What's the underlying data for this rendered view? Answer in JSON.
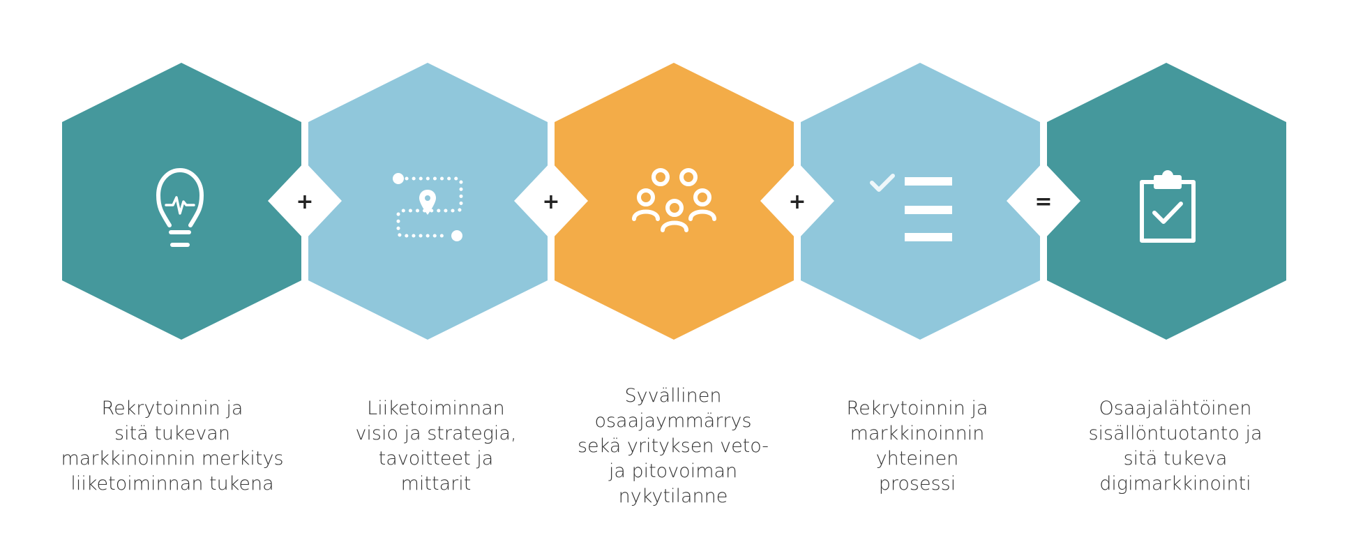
{
  "colors": {
    "teal": "#45989C",
    "light_blue": "#90C7DB",
    "orange": "#F3AC48",
    "icon": "#ffffff"
  },
  "steps": [
    {
      "icon": "lightbulb-icon",
      "color": "teal",
      "caption": "Rekrytoinnin ja\nsitä tukevan\nmarkkinoinnin merkitys\nliiketoiminnan tukena"
    },
    {
      "icon": "route-map-pin-icon",
      "color": "light_blue",
      "caption": "Liiketoiminnan\nvisio ja strategia,\ntavoitteet ja\nmittarit"
    },
    {
      "icon": "people-group-icon",
      "color": "orange",
      "caption": "Syvällinen\nosaajaymmärrys\nsekä yrityksen veto-\nja pitovoiman\nnykytilanne"
    },
    {
      "icon": "checklist-icon",
      "color": "light_blue",
      "caption": "Rekrytoinnin ja\nmarkkinoinnin\nyhteinen\nprosessi"
    },
    {
      "icon": "clipboard-check-icon",
      "color": "teal",
      "caption": "Osaajalähtöinen\nsisällöntuotanto ja\nsitä tukeva\ndigimarkkinointi"
    }
  ],
  "operators": [
    "+",
    "+",
    "+",
    "="
  ]
}
